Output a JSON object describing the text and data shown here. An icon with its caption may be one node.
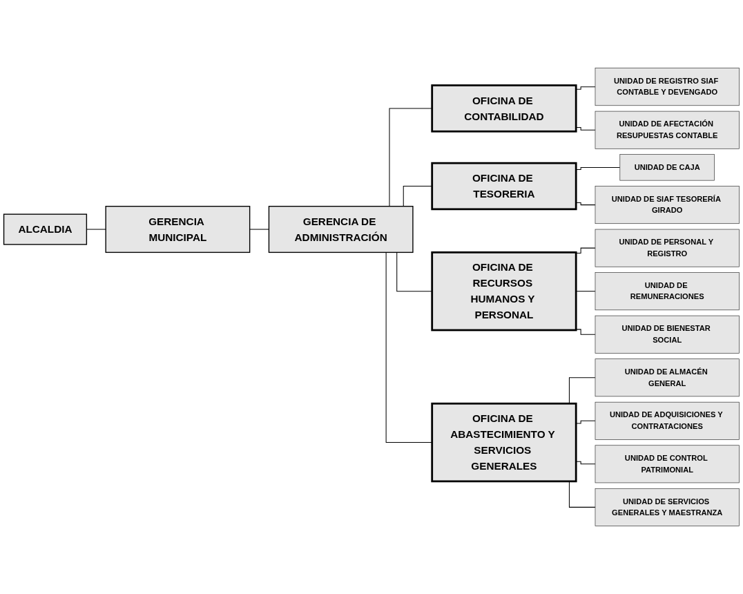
{
  "diagram": {
    "nodes": [
      {
        "text": [
          "ALCALDIA"
        ]
      },
      {
        "text": [
          "GERENCIA MUNICIPAL"
        ]
      },
      {
        "text": [
          "GERENCIA DE ADMINISTRACIÓN"
        ]
      },
      {
        "text": [
          "OFICINA DE CONTABILIDAD"
        ]
      },
      {
        "text": [
          "OFICINA DE TESORERIA"
        ]
      },
      {
        "text": [
          "OFICINA DE RECURSOS HUMANOS Y PERSONAL"
        ]
      },
      {
        "text": [
          "OFICINA DE ABASTECIMIENTO Y SERVICIOS GENERALES"
        ]
      },
      {
        "text": [
          "UNIDAD DE REGISTRO SIAF CONTABLE Y DEVENGADO"
        ]
      },
      {
        "text": [
          "UNIDAD DE AFECTACIÓN RESUPUESTAS CONTABLE"
        ]
      },
      {
        "text": [
          "UNIDAD DE CAJA"
        ]
      },
      {
        "text": [
          "UNIDAD DE SIAF TESORERÍA GIRADO"
        ]
      },
      {
        "text": [
          "UNIDAD DE PERSONAL Y REGISTRO"
        ]
      },
      {
        "text": [
          "UNIDAD DE REMUNERACIONES"
        ]
      },
      {
        "text": [
          "UNIDAD DE BIENESTAR SOCIAL"
        ]
      },
      {
        "text": [
          "UNIDAD DE ALMACÉN GENERAL"
        ]
      },
      {
        "text": [
          "UNIDAD DE ADQUISICIONES Y CONTRATACIONES"
        ]
      },
      {
        "text": [
          "UNIDAD DE CONTROL PATRIMONIAL"
        ]
      },
      {
        "text": [
          "UNIDAD DE SERVICIOS GENERALES Y MAESTRANZA"
        ]
      }
    ],
    "edges": [
      {
        "from": 0,
        "to": 1,
        "arrow": "none"
      },
      {
        "from": 1,
        "to": 2,
        "arrow": "none"
      },
      {
        "from": 2,
        "to": 3,
        "arrow": "none"
      },
      {
        "from": 2,
        "to": 4,
        "arrow": "none"
      },
      {
        "from": 2,
        "to": 5,
        "arrow": "none"
      },
      {
        "from": 2,
        "to": 6,
        "arrow": "none"
      },
      {
        "from": 3,
        "to": 7,
        "arrow": "none"
      },
      {
        "from": 3,
        "to": 8,
        "arrow": "none"
      },
      {
        "from": 4,
        "to": 9,
        "arrow": "none"
      },
      {
        "from": 4,
        "to": 10,
        "arrow": "none"
      },
      {
        "from": 5,
        "to": 11,
        "arrow": "none"
      },
      {
        "from": 5,
        "to": 12,
        "arrow": "none"
      },
      {
        "from": 5,
        "to": 13,
        "arrow": "none"
      },
      {
        "from": 6,
        "to": 14,
        "arrow": "none"
      },
      {
        "from": 6,
        "to": 15,
        "arrow": "none"
      },
      {
        "from": 6,
        "to": 16,
        "arrow": "none"
      },
      {
        "from": 6,
        "to": 17,
        "arrow": "none"
      }
    ]
  }
}
